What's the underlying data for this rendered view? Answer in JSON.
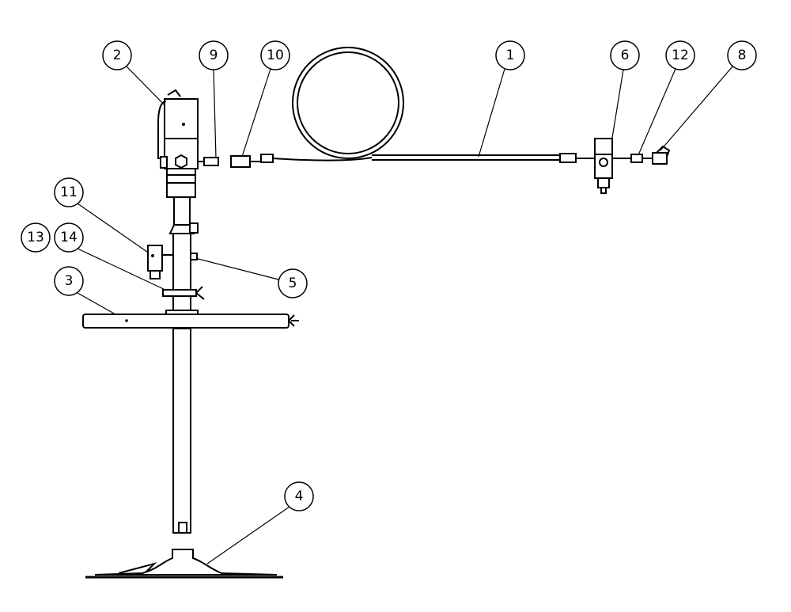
{
  "diagram": {
    "title": "Pump assembly exploded view",
    "balloons": [
      {
        "id": "1",
        "label": "1"
      },
      {
        "id": "2",
        "label": "2"
      },
      {
        "id": "3",
        "label": "3"
      },
      {
        "id": "4",
        "label": "4"
      },
      {
        "id": "5",
        "label": "5"
      },
      {
        "id": "6",
        "label": "6"
      },
      {
        "id": "8",
        "label": "8"
      },
      {
        "id": "9",
        "label": "9"
      },
      {
        "id": "10",
        "label": "10"
      },
      {
        "id": "11",
        "label": "11"
      },
      {
        "id": "12",
        "label": "12"
      },
      {
        "id": "13",
        "label": "13"
      },
      {
        "id": "14",
        "label": "14"
      }
    ]
  }
}
